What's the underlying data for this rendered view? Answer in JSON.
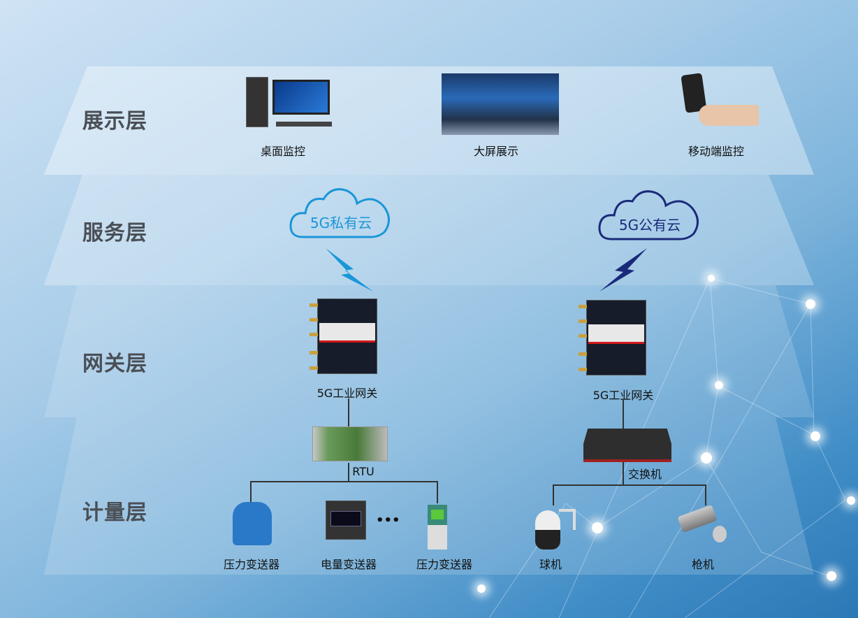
{
  "layers": [
    "展示层",
    "服务层",
    "网关层",
    "计量层"
  ],
  "display": {
    "items": [
      "桌面监控",
      "大屏展示",
      "移动端监控"
    ]
  },
  "service": {
    "private_cloud": "5G私有云",
    "public_cloud": "5G公有云",
    "private_color": "#1a96d8",
    "public_color": "#1a2a7a"
  },
  "gateway": {
    "left": "5G工业网关",
    "right": "5G工业网关"
  },
  "metering": {
    "rtu": "RTU",
    "switch": "交换机",
    "left_devices": [
      "压力变送器",
      "电量变送器",
      "压力变送器"
    ],
    "ellipsis": "•••",
    "right_devices": [
      "球机",
      "枪机"
    ]
  }
}
